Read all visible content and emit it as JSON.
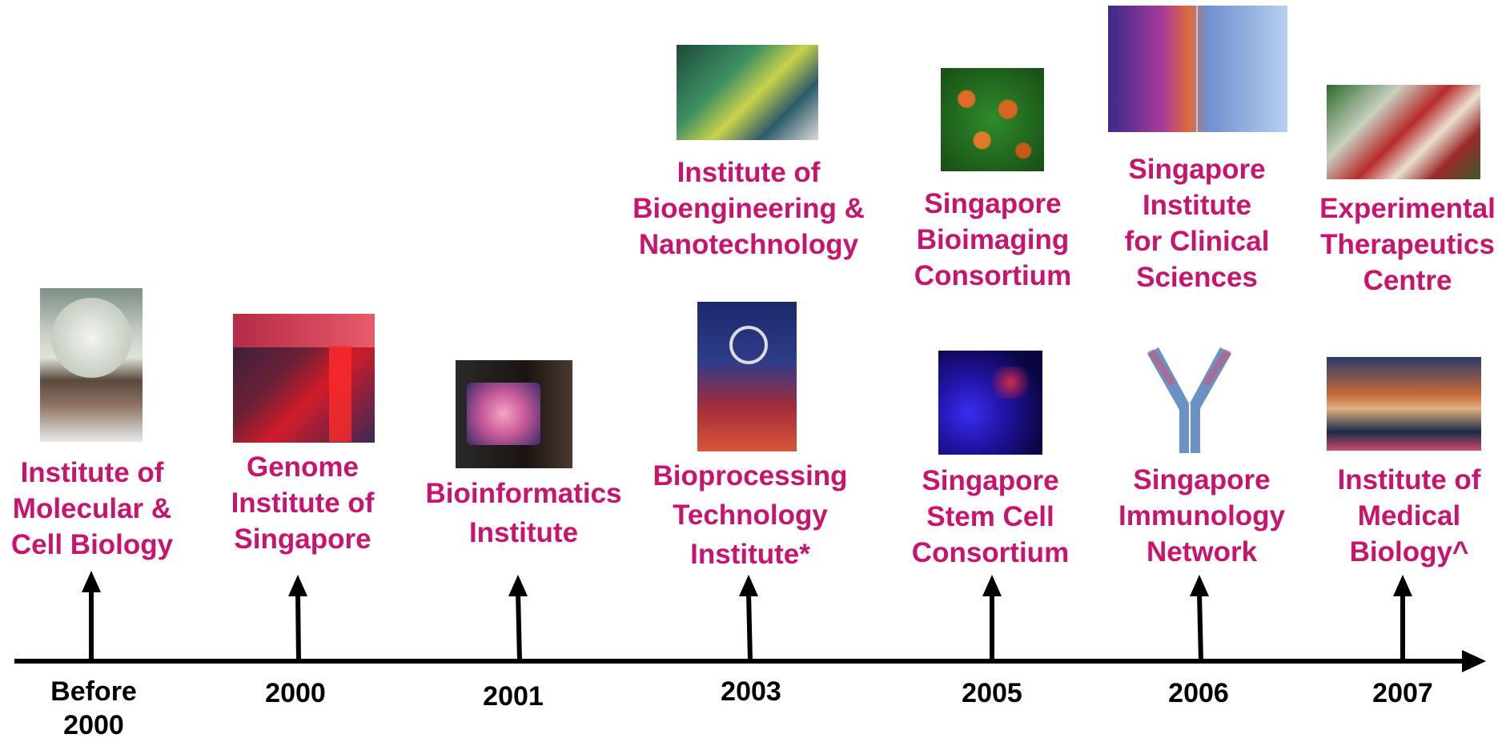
{
  "colors": {
    "label": "#c8146e",
    "axis": "#000000",
    "background": "#ffffff"
  },
  "timeline": {
    "years": [
      {
        "id": "pre2000",
        "lines": [
          "Before",
          "2000"
        ]
      },
      {
        "id": "y2000",
        "lines": [
          "2000"
        ]
      },
      {
        "id": "y2001",
        "lines": [
          "2001"
        ]
      },
      {
        "id": "y2003",
        "lines": [
          "2003"
        ]
      },
      {
        "id": "y2005",
        "lines": [
          "2005"
        ]
      },
      {
        "id": "y2006",
        "lines": [
          "2006"
        ]
      },
      {
        "id": "y2007",
        "lines": [
          "2007"
        ]
      }
    ],
    "institutes": [
      {
        "id": "imcb",
        "year": "Before 2000",
        "lines": [
          "Institute of",
          "Molecular &",
          "Cell Biology"
        ],
        "image": "scientist-holding-petri-dish"
      },
      {
        "id": "gis",
        "year": "2000",
        "lines": [
          "Genome",
          "Institute of",
          "Singapore"
        ],
        "image": "genetix-sequencing-lab"
      },
      {
        "id": "bii",
        "year": "2001",
        "lines": [
          "Bioinformatics",
          "Institute"
        ],
        "image": "researcher-at-monitor"
      },
      {
        "id": "ibn",
        "year": "2003",
        "lines": [
          "Institute of",
          "Bioengineering &",
          "Nanotechnology"
        ],
        "image": "lab-equipment"
      },
      {
        "id": "bti",
        "year": "2003",
        "lines": [
          "Bioprocessing",
          "Technology",
          "Institute*"
        ],
        "image": "bioreactor-tubing"
      },
      {
        "id": "sbic",
        "year": "2005",
        "lines": [
          "Singapore",
          "Bioimaging",
          "Consortium"
        ],
        "image": "fluorescent-cells"
      },
      {
        "id": "sscc",
        "year": "2005",
        "lines": [
          "Singapore",
          "Stem Cell",
          "Consortium"
        ],
        "image": "stem-cell-fluorescence"
      },
      {
        "id": "sics",
        "year": "2006",
        "lines": [
          "Singapore",
          "Institute",
          "for Clinical",
          "Sciences"
        ],
        "image": "test-tube-and-stethoscope"
      },
      {
        "id": "sign",
        "year": "2006",
        "lines": [
          "Singapore",
          "Immunology",
          "Network"
        ],
        "image": "antibody-diagram"
      },
      {
        "id": "etc",
        "year": "2007",
        "lines": [
          "Experimental",
          "Therapeutics",
          "Centre"
        ],
        "image": "capsules"
      },
      {
        "id": "imb",
        "year": "2007",
        "lines": [
          "Institute of",
          "Medical",
          "Biology^"
        ],
        "image": "lab-researchers"
      }
    ]
  }
}
